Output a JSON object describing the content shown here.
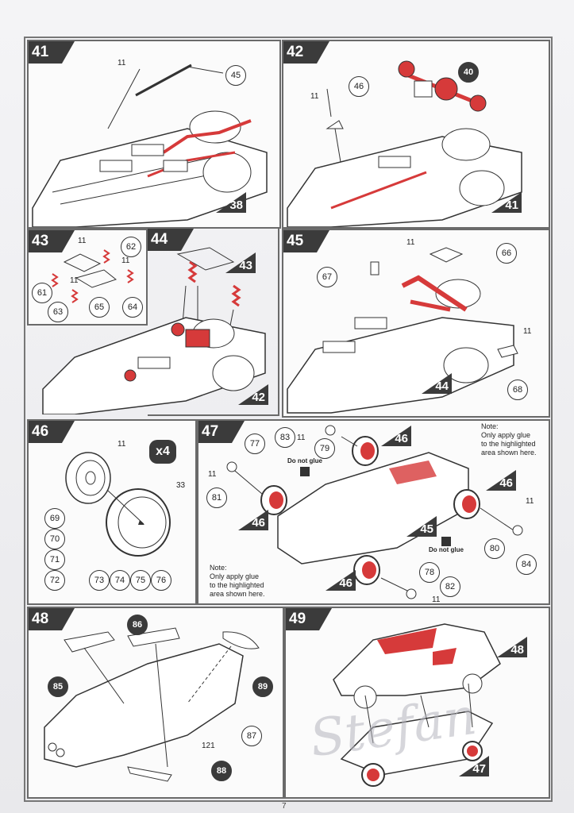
{
  "page_number": "7",
  "watermark": "Stefan",
  "steps": {
    "s41": {
      "num": "41",
      "labels": [
        "11",
        "45"
      ],
      "ref": "38"
    },
    "s42": {
      "num": "42",
      "labels": [
        "11",
        "46",
        "40"
      ],
      "ref": "41"
    },
    "s43": {
      "num": "43",
      "labels": [
        "11",
        "62",
        "11",
        "61",
        "11",
        "63",
        "65",
        "64"
      ]
    },
    "s44": {
      "num": "44",
      "ref_top": "43",
      "ref": "42"
    },
    "s45": {
      "num": "45",
      "labels": [
        "11",
        "66",
        "67",
        "11",
        "68"
      ],
      "ref": "44"
    },
    "s46": {
      "num": "46",
      "multiplier": "x4",
      "labels": [
        "11",
        "33",
        "69",
        "70",
        "71",
        "72",
        "73",
        "74",
        "75",
        "76"
      ]
    },
    "s47": {
      "num": "47",
      "labels": [
        "83",
        "11",
        "79",
        "77",
        "11",
        "81",
        "80",
        "84",
        "11",
        "78",
        "82",
        "11"
      ],
      "refs": [
        "46",
        "46",
        "46",
        "45",
        "46"
      ],
      "note_top": "Note:\nOnly apply glue\nto the highlighted\narea shown here.",
      "note_bottom": "Note:\nOnly apply glue\nto the highlighted\narea shown here.",
      "do_not_glue_1": "Do not glue",
      "do_not_glue_2": "Do not glue"
    },
    "s48": {
      "num": "48",
      "labels": [
        "86",
        "85",
        "89",
        "87",
        "121",
        "88"
      ]
    },
    "s49": {
      "num": "49",
      "ref_top": "48",
      "ref": "47"
    }
  },
  "colors": {
    "highlight": "#d63a3a",
    "ink": "#333333",
    "badge": "#3b3b3b"
  }
}
